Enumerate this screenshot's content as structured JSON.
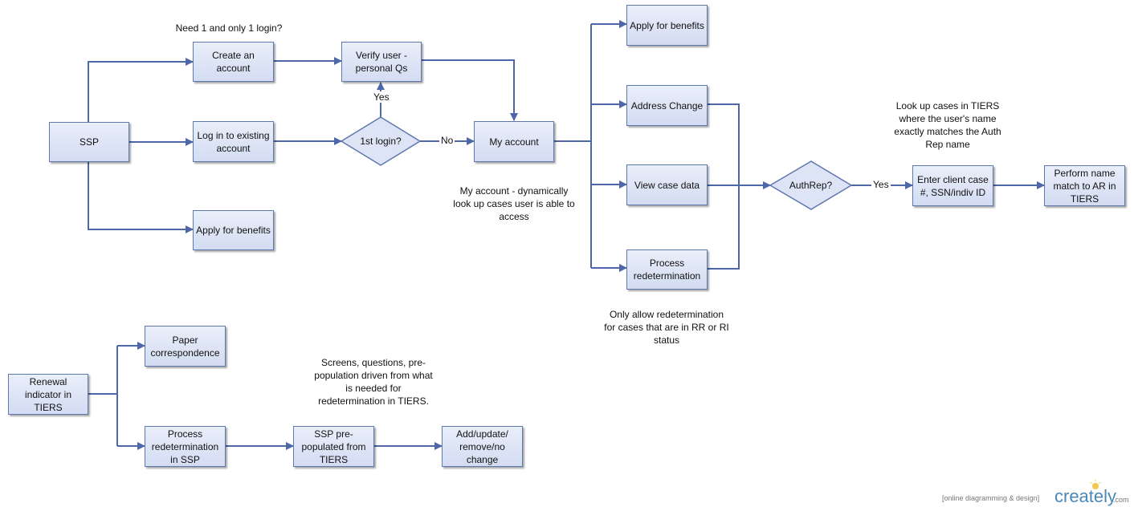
{
  "nodes": {
    "ssp": "SSP",
    "create_account": "Create an account",
    "login_existing": "Log in to existing account",
    "apply_benefits_left": "Apply for benefits",
    "verify_user": "Verify user - personal Qs",
    "first_login": "1st login?",
    "my_account": "My account",
    "apply_benefits_right": "Apply for benefits",
    "address_change": "Address Change",
    "view_case_data": "View case data",
    "process_redetermination": "Process redetermination",
    "authrep": "AuthRep?",
    "enter_client_case": "Enter client case #, SSN/indiv ID",
    "perform_name_match": "Perform name match to AR in TIERS",
    "renewal_indicator": "Renewal indicator in TIERS",
    "paper_correspondence": "Paper correspondence",
    "process_redetermination_ssp": "Process redetermination in SSP",
    "ssp_prepopulated": "SSP pre-populated from TIERS",
    "add_update_remove": "Add/update/ remove/no change"
  },
  "edge_labels": {
    "yes_verify": "Yes",
    "no_myaccount": "No",
    "yes_authrep": "Yes"
  },
  "notes": {
    "one_login": "Need 1 and only 1 login?",
    "my_account_note": "My account - dynamically look up cases user is able to access",
    "lookup_tiers": "Look up cases in TIERS where the user's name exactly matches the Auth Rep name",
    "redetermination_rr": "Only allow redetermination for cases that are in RR or RI status",
    "screens_note": "Screens, questions, pre-population driven from what is needed for redetermination in TIERS."
  },
  "branding": {
    "tagline": "[online diagramming & design]",
    "logo": "creately",
    "logo_suffix": ".com"
  },
  "colors": {
    "box_fill_top": "#e9eefa",
    "box_fill_bottom": "#d3dcf2",
    "border": "#5f78b0",
    "connector": "#4d67a8",
    "logo": "#4a88b8"
  }
}
